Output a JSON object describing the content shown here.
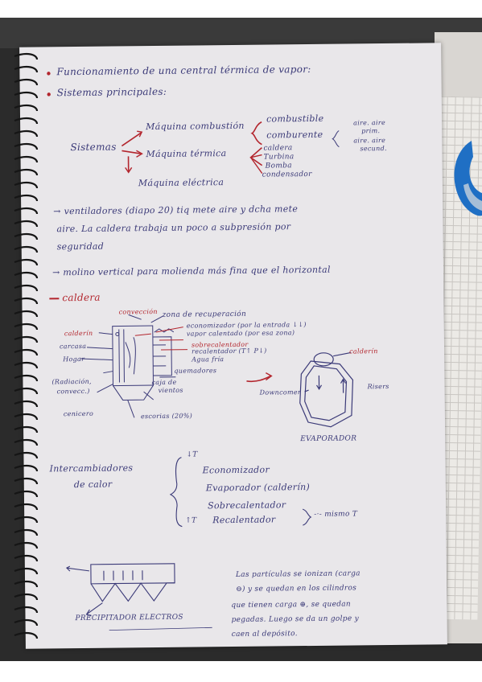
{
  "notes": {
    "title": "Funcionamiento de una central térmica de vapor:",
    "subtitle": "Sistemas principales:",
    "sistemas": {
      "root": "Sistemas",
      "maquina_combustion": "Máquina combustión",
      "combustible": "combustible",
      "comburente": "comburente",
      "aire_prim": "aire. aire",
      "aire_prim2": "prim.",
      "aire_secund": "aire. aire",
      "aire_secund2": "secund.",
      "maquina_termica": "Máquina térmica",
      "caldera_item": "caldera",
      "turbina": "Turbina",
      "bomba": "Bomba",
      "condensador": "condensador",
      "maquina_electrica": "Máquina eléctrica"
    },
    "para1": {
      "line1": "→ ventiladores (diapo 20) tiq mete aire y dcha mete",
      "line2": "aire. La caldera trabaja un poco a subpresión por",
      "line3": "seguridad"
    },
    "para2": "→ molino vertical para molienda más fina que el horizontal",
    "caldera_heading": "caldera",
    "caldera_diagram": {
      "conveccion": "convección",
      "zona_recuperacion": "zona de recuperación",
      "economizador_nota": "economizador (por la entrada ↓↓)",
      "vapor_calentado": "vapor calentado (por esa zona)",
      "calderin": "calderín",
      "carcasa": "carcasa",
      "hogar": "Hogar",
      "sobrecalentador": "sobrecalentador",
      "recalentador": "recalentador (T↑ P↓)",
      "agua_fria": "Agua fría",
      "quemadores": "quemadores",
      "radiacion": "(Radiación,",
      "convecc": "convecc.)",
      "caja_vientos": "caja de",
      "caja_vientos2": "vientos",
      "cenicero": "cenicero",
      "escorias": "escorias (20%)"
    },
    "evaporador": {
      "calderin": "calderín",
      "downcomer": "Downcomer",
      "risers": "Risers",
      "label": "EVAPORADOR"
    },
    "intercambiadores": {
      "label1": "Intercambiadores",
      "label2": "de calor",
      "arrows_top": "↓T",
      "items": [
        "Economizador",
        "Evaporador (calderín)",
        "Sobrecalentador",
        "Recalentador"
      ],
      "arrows_bottom": "↑T",
      "mismo": "-·- mismo T"
    },
    "precipitador": {
      "label": "PRECIPITADOR ELECTROS",
      "text": [
        "Las partículas se ionizan (carga",
        "⊖) y se quedan en los cilindros",
        "que tienen carga ⊕, se quedan",
        "pegadas. Luego se da un golpe y",
        "caen al depósito."
      ]
    }
  },
  "colors": {
    "ink_blue": "#3b3a78",
    "ink_red": "#b3262e",
    "paper": "#e9e7ea"
  }
}
